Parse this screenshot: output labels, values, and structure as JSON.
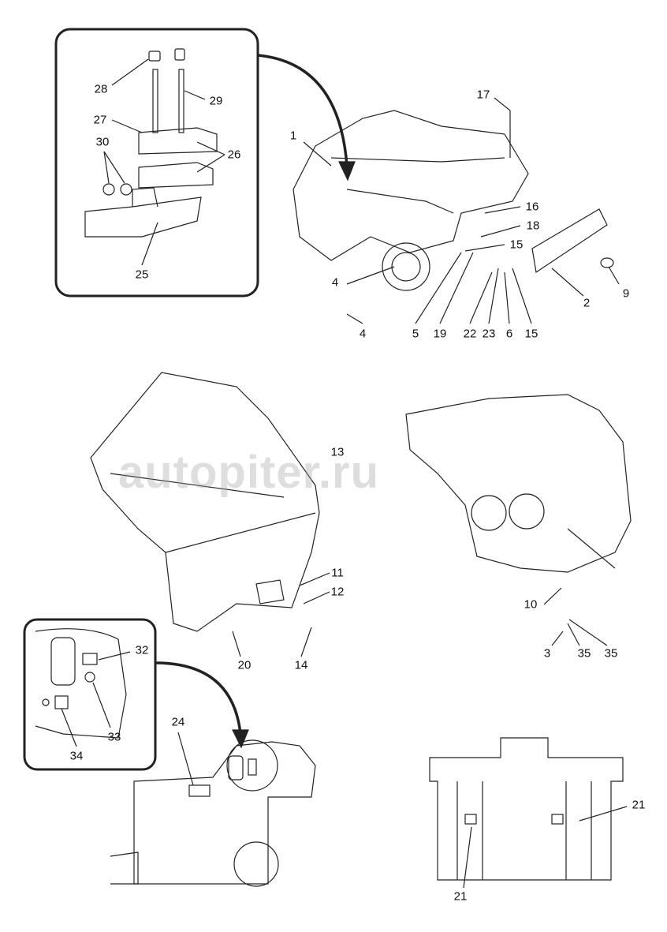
{
  "watermark": "autopiter.ru",
  "callouts": [
    "28",
    "29",
    "27",
    "30",
    "26",
    "25",
    "17",
    "1",
    "16",
    "18",
    "15",
    "9",
    "2",
    "4",
    "4",
    "5",
    "19",
    "22",
    "23",
    "6",
    "15",
    "13",
    "11",
    "12",
    "20",
    "14",
    "10",
    "3",
    "35",
    "35",
    "32",
    "33",
    "34",
    "24",
    "21",
    "21"
  ],
  "colors": {
    "line": "#222222",
    "watermark": "#a0a0a0"
  }
}
